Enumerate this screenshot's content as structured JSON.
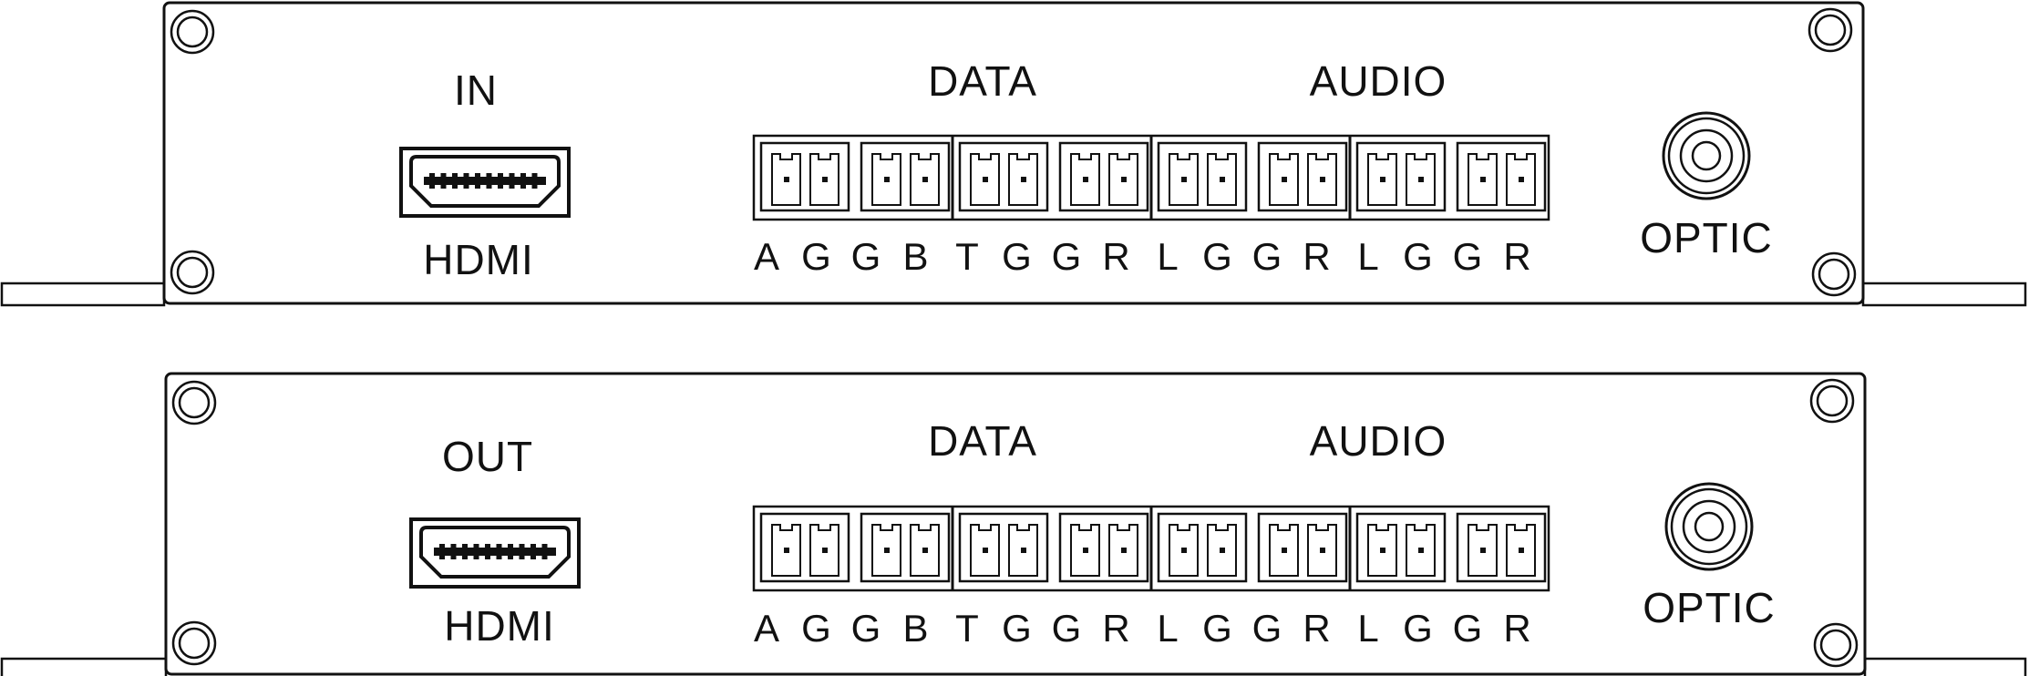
{
  "panels": [
    {
      "hdmi_label": "IN",
      "hdmi_caption": "HDMI",
      "data_label": "DATA",
      "audio_label": "AUDIO",
      "optic_label": "OPTIC",
      "pins": [
        "A",
        "G",
        "G",
        "B",
        "T",
        "G",
        "G",
        "R",
        "L",
        "G",
        "G",
        "R",
        "L",
        "G",
        "G",
        "R"
      ]
    },
    {
      "hdmi_label": "OUT",
      "hdmi_caption": "HDMI",
      "data_label": "DATA",
      "audio_label": "AUDIO",
      "optic_label": "OPTIC",
      "pins": [
        "A",
        "G",
        "G",
        "B",
        "T",
        "G",
        "G",
        "R",
        "L",
        "G",
        "G",
        "R",
        "L",
        "G",
        "G",
        "R"
      ]
    }
  ],
  "colors": {
    "stroke": "#111111",
    "background": "#ffffff"
  }
}
